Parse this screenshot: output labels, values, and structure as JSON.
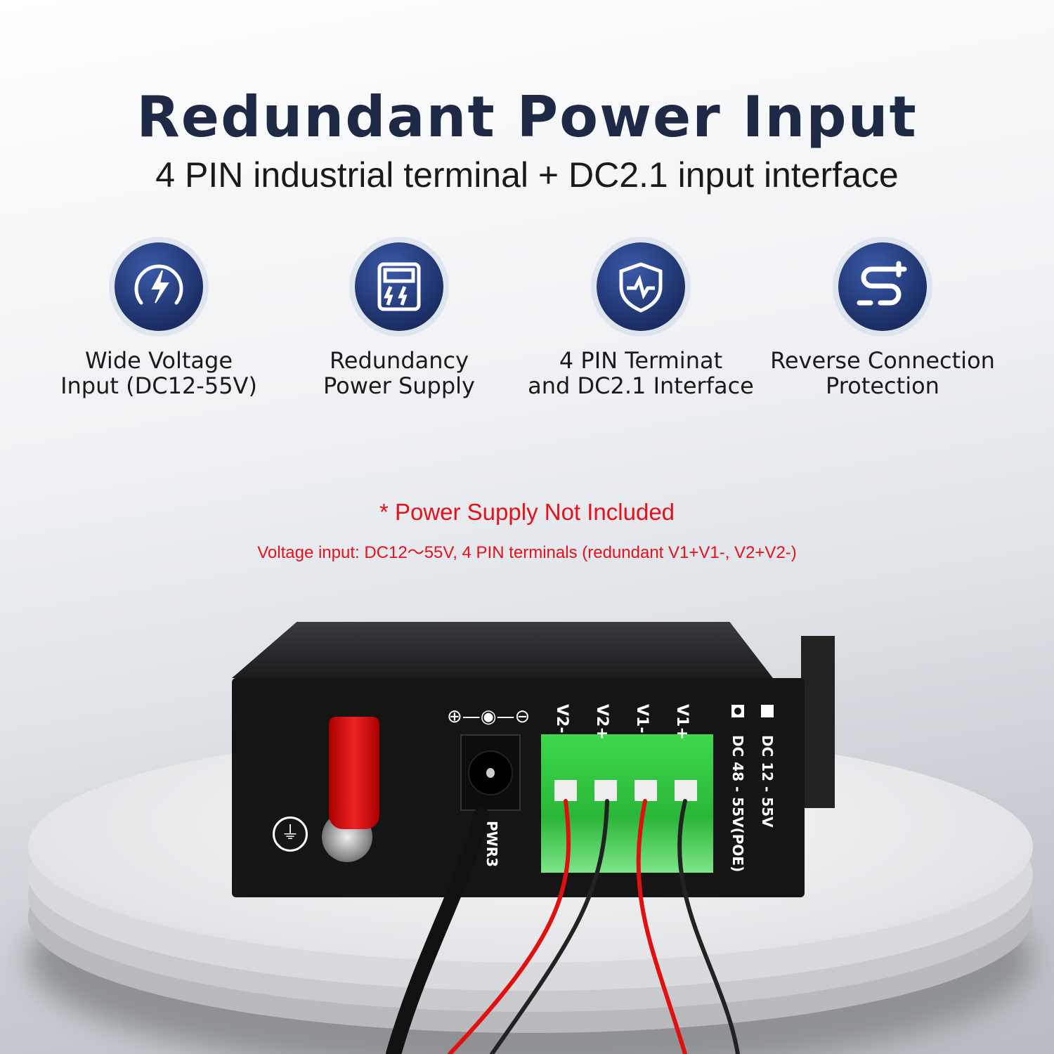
{
  "header": {
    "title": "Redundant Power Input",
    "subtitle": "4 PIN industrial terminal + DC2.1 input interface"
  },
  "features": [
    {
      "icon": "gauge-lightning-icon",
      "line1": "Wide Voltage",
      "line2": "Input (DC12-55V)"
    },
    {
      "icon": "power-supply-icon",
      "line1": "Redundancy",
      "line2": "Power Supply"
    },
    {
      "icon": "shield-pulse-icon",
      "line1": "4 PIN Terminat",
      "line2": "and DC2.1 Interface"
    },
    {
      "icon": "reverse-connection-icon",
      "line1": "Reverse Connection",
      "line2": "Protection"
    }
  ],
  "notes": {
    "not_included": "* Power Supply Not Included",
    "voltage": "Voltage input: DC12～55V, 4 PIN terminals (redundant V1+V1-, V2+V2-)"
  },
  "device": {
    "terminals": [
      "V2-",
      "V2+",
      "V1-",
      "V1+"
    ],
    "jack_label": "PWR3",
    "spec1": "DC 12 - 55V",
    "spec2": "DC 48 - 55V(POE)",
    "colors": {
      "accent": "#1e2a45",
      "note": "#e8101a",
      "terminal": "#2ecc40"
    }
  }
}
